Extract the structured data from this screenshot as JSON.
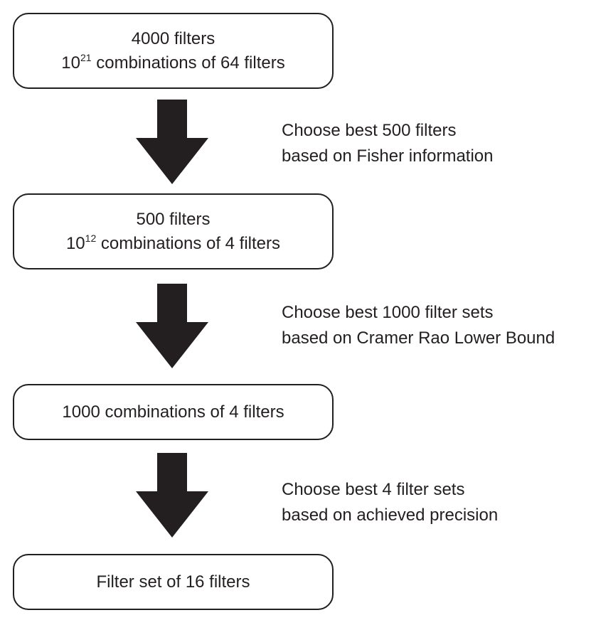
{
  "boxes": [
    {
      "line1": "4000 filters",
      "line2_base": "10",
      "line2_exp": "21",
      "line2_rest": " combinations of 64 filters"
    },
    {
      "line1": "500 filters",
      "line2_base": "10",
      "line2_exp": "12",
      "line2_rest": " combinations of 4 filters"
    },
    {
      "line1": "1000 combinations of 4 filters"
    },
    {
      "line1": "Filter set of 16 filters"
    }
  ],
  "steps": [
    {
      "line1": "Choose best 500 filters",
      "line2": "based on Fisher information"
    },
    {
      "line1": "Choose best 1000 filter sets",
      "line2": "based on Cramer Rao Lower Bound"
    },
    {
      "line1": "Choose best 4 filter sets",
      "line2": "based on achieved precision"
    }
  ],
  "colors": {
    "stroke": "#231f20",
    "arrow_fill": "#231f20",
    "background": "#ffffff"
  },
  "icons": {
    "arrow": "down-arrow-icon"
  }
}
